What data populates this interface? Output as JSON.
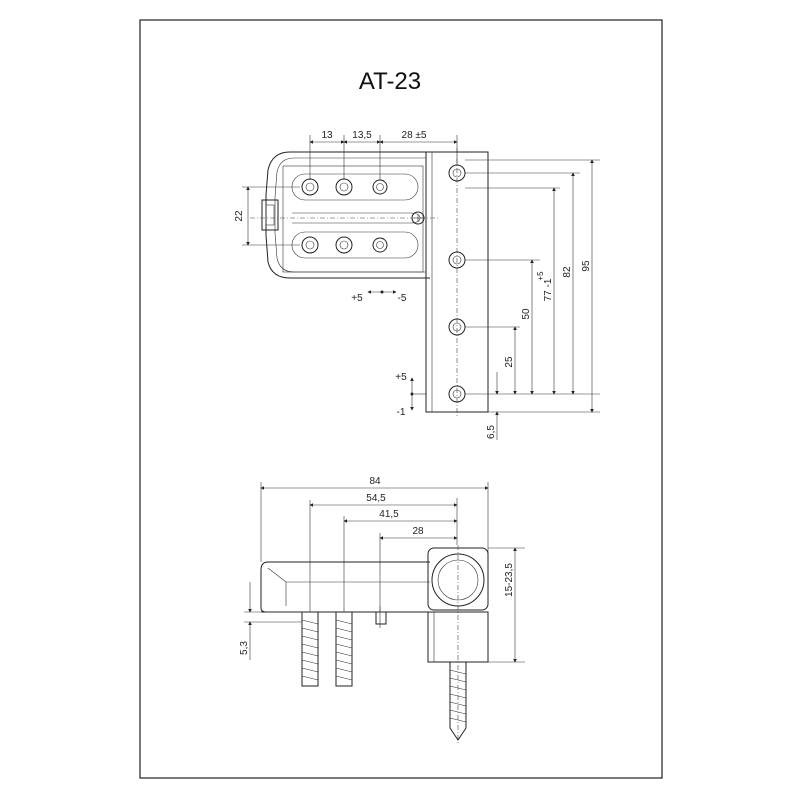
{
  "title": "AT-23",
  "top_view": {
    "dims_horizontal": [
      "13",
      "13,5",
      "28 ±5"
    ],
    "dim_height": "22",
    "adj_horizontal": [
      "+5",
      "-5"
    ],
    "dims_vertical": [
      "95",
      "82",
      "77 -1",
      "+5",
      "50",
      "25",
      "6,5"
    ],
    "adj_vertical": [
      "+5",
      "-1"
    ]
  },
  "side_view": {
    "dims_horizontal": [
      "84",
      "54,5",
      "41,5",
      "28"
    ],
    "dims_vertical": [
      "15-23,5",
      "5,3"
    ]
  }
}
